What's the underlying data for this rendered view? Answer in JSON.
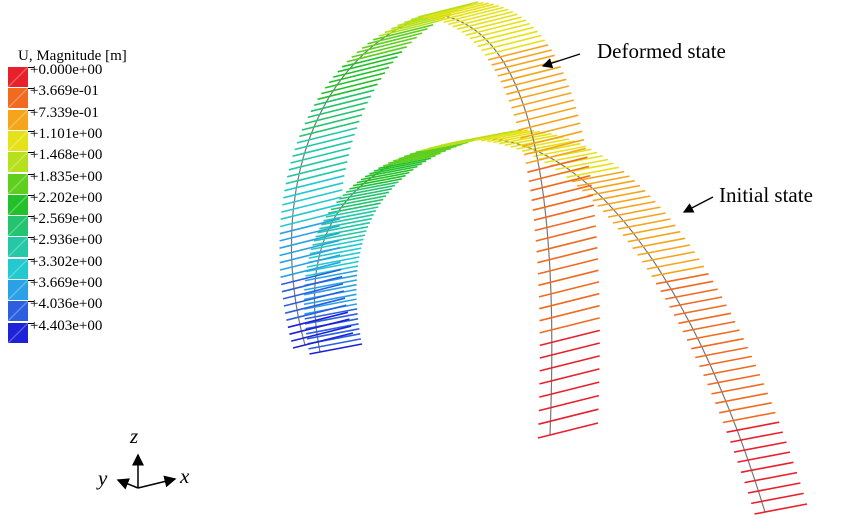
{
  "legend": {
    "title": "U, Magnitude [m]",
    "ticks": [
      "+0.000e+00",
      "+3.669e-01",
      "+7.339e-01",
      "+1.101e+00",
      "+1.468e+00",
      "+1.835e+00",
      "+2.202e+00",
      "+2.569e+00",
      "+2.936e+00",
      "+3.302e+00",
      "+3.669e+00",
      "+4.036e+00",
      "+4.403e+00"
    ],
    "colors": [
      "#e8202a",
      "#f06a20",
      "#f5a51c",
      "#e6e21a",
      "#b6e01c",
      "#5fcf1e",
      "#22c12a",
      "#23c36f",
      "#24c8a6",
      "#22c9cf",
      "#2aa1e6",
      "#2c5fe0",
      "#1d21d8"
    ]
  },
  "annotations": {
    "deformed": "Deformed state",
    "initial": "Initial state"
  },
  "axes": {
    "x": "x",
    "y": "y",
    "z": "z"
  }
}
